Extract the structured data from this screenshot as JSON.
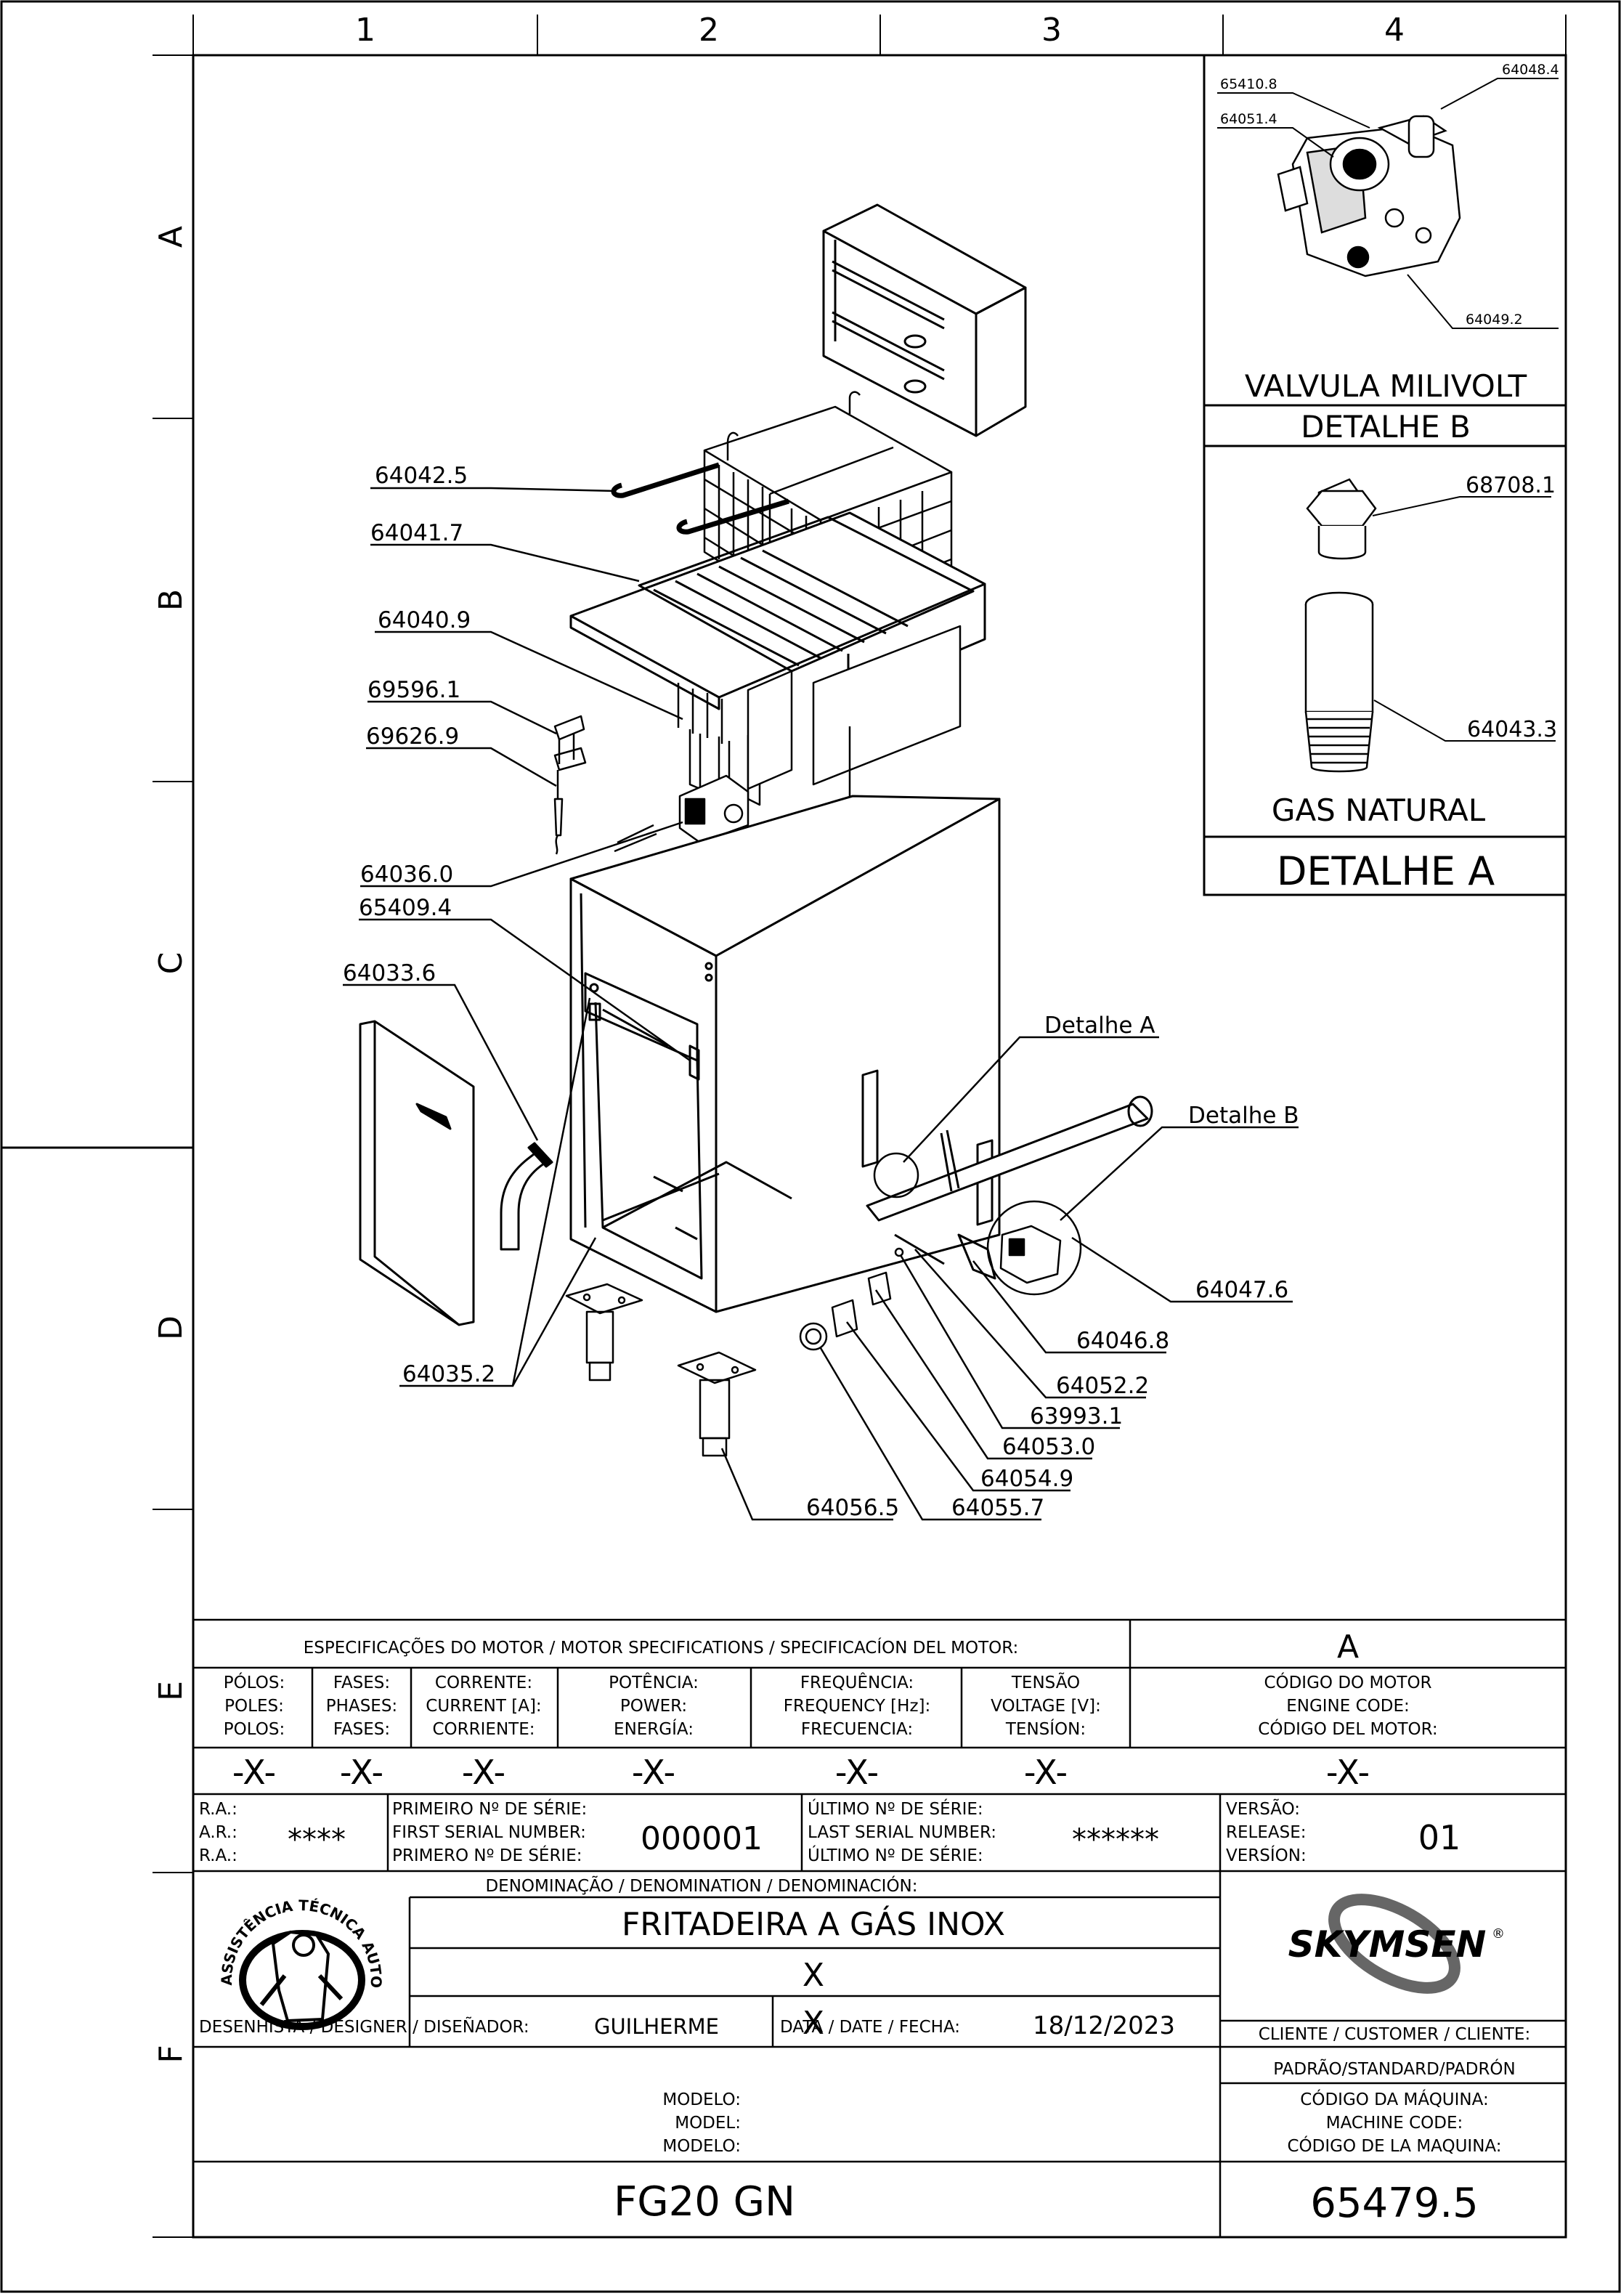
{
  "grid": {
    "columns": [
      "1",
      "2",
      "3",
      "4"
    ],
    "rows": [
      "A",
      "B",
      "C",
      "D",
      "E",
      "F"
    ]
  },
  "callouts": [
    {
      "id": "64042.5",
      "label": "64042.5"
    },
    {
      "id": "64041.7",
      "label": "64041.7"
    },
    {
      "id": "64040.9",
      "label": "64040.9"
    },
    {
      "id": "69596.1",
      "label": "69596.1"
    },
    {
      "id": "69626.9",
      "label": "69626.9"
    },
    {
      "id": "64036.0",
      "label": "64036.0"
    },
    {
      "id": "65409.4",
      "label": "65409.4"
    },
    {
      "id": "64033.6",
      "label": "64033.6"
    },
    {
      "id": "64035.2",
      "label": "64035.2"
    },
    {
      "id": "detalhe_a",
      "label": "Detalhe A"
    },
    {
      "id": "detalhe_b",
      "label": "Detalhe B"
    },
    {
      "id": "64047.6",
      "label": "64047.6"
    },
    {
      "id": "64046.8",
      "label": "64046.8"
    },
    {
      "id": "64052.2",
      "label": "64052.2"
    },
    {
      "id": "63993.1",
      "label": "63993.1"
    },
    {
      "id": "64053.0",
      "label": "64053.0"
    },
    {
      "id": "64054.9",
      "label": "64054.9"
    },
    {
      "id": "64055.7",
      "label": "64055.7"
    },
    {
      "id": "64056.5",
      "label": "64056.5"
    }
  ],
  "detail_b": {
    "parts": [
      "65410.8",
      "64051.4",
      "64048.4",
      "64049.2"
    ],
    "caption": "VALVULA MILIVOLT",
    "title": "DETALHE B"
  },
  "detail_a": {
    "parts": [
      "68708.1",
      "64043.3"
    ],
    "caption": "GAS NATURAL",
    "title": "DETALHE A"
  },
  "title_block": {
    "motor_header": "ESPECIFICAÇÕES DO MOTOR / MOTOR SPECIFICATIONS / SPECIFICACÍON DEL MOTOR:",
    "revision_letter": "A",
    "motor_columns": [
      {
        "l1": "PÓLOS:",
        "l2": "POLES:",
        "l3": "POLOS:",
        "value": "-X-"
      },
      {
        "l1": "FASES:",
        "l2": "PHASES:",
        "l3": "FASES:",
        "value": "-X-"
      },
      {
        "l1": "CORRENTE:",
        "l2": "CURRENT [A]:",
        "l3": "CORRIENTE:",
        "value": "-X-"
      },
      {
        "l1": "POTÊNCIA:",
        "l2": "POWER:",
        "l3": "ENERGÍA:",
        "value": "-X-"
      },
      {
        "l1": "FREQUÊNCIA:",
        "l2": "FREQUENCY [Hz]:",
        "l3": "FRECUENCIA:",
        "value": "-X-"
      },
      {
        "l1": "TENSÃO",
        "l2": "VOLTAGE [V]:",
        "l3": "TENSÍON:",
        "value": "-X-"
      },
      {
        "l1": "CÓDIGO DO MOTOR",
        "l2": "ENGINE CODE:",
        "l3": "CÓDIGO DEL MOTOR:",
        "value": "-X-"
      }
    ],
    "ra": {
      "l1": "R.A.:",
      "l2": "A.R.:",
      "l3": "R.A.:",
      "value": "****"
    },
    "first_serial": {
      "l1": "PRIMEIRO Nº DE SÉRIE:",
      "l2": "FIRST SERIAL NUMBER:",
      "l3": "PRIMERO Nº DE SÉRIE:",
      "value": "000001"
    },
    "last_serial": {
      "l1": "ÚLTIMO Nº DE SÉRIE:",
      "l2": "LAST SERIAL NUMBER:",
      "l3": "ÚLTIMO Nº DE SÉRIE:",
      "value": "******"
    },
    "version": {
      "l1": "VERSÃO:",
      "l2": "RELEASE:",
      "l3": "VERSÍON:",
      "value": "01"
    },
    "denomination_header": "DENOMINAÇÃO / DENOMINATION / DENOMINACIÓN:",
    "denomination": [
      "FRITADEIRA A GÁS INOX",
      "X",
      "X"
    ],
    "brand": "SKYMSEN",
    "brand_mark": "®",
    "seal_text": "ASSISTÊNCIA TÉCNICA AUTORIZADA",
    "client_label": "CLIENTE / CUSTOMER / CLIENTE:",
    "client_value": "PADRÃO/STANDARD/PADRÓN",
    "designer_label": "DESENHISTA / DESIGNER / DISEÑADOR:",
    "designer": "GUILHERME",
    "date_label": "DATA / DATE / FECHA:",
    "date": "18/12/2023",
    "model_labels": [
      "MODELO:",
      "MODEL:",
      "MODELO:"
    ],
    "model": "FG20 GN",
    "machine_code_labels": [
      "CÓDIGO DA MÁQUINA:",
      "MACHINE CODE:",
      "CÓDIGO DE LA MAQUINA:"
    ],
    "machine_code": "65479.5"
  }
}
